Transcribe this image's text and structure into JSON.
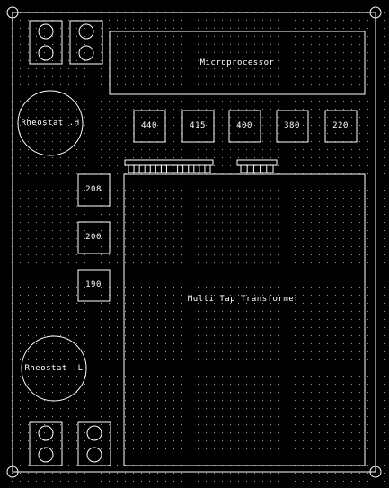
{
  "board": {
    "microprocessor": "Microprocessor",
    "transformer": "Multi Tap Transformer",
    "rheostat_high": "Rheostat .H",
    "rheostat_low": "Rheostat .L",
    "taps_top": [
      "440",
      "415",
      "400",
      "380",
      "220"
    ],
    "taps_side": [
      "208",
      "200",
      "190"
    ]
  },
  "colors": {
    "background": "#000000",
    "line": "#ffffff",
    "grid_dot": "#9a9a9a"
  }
}
